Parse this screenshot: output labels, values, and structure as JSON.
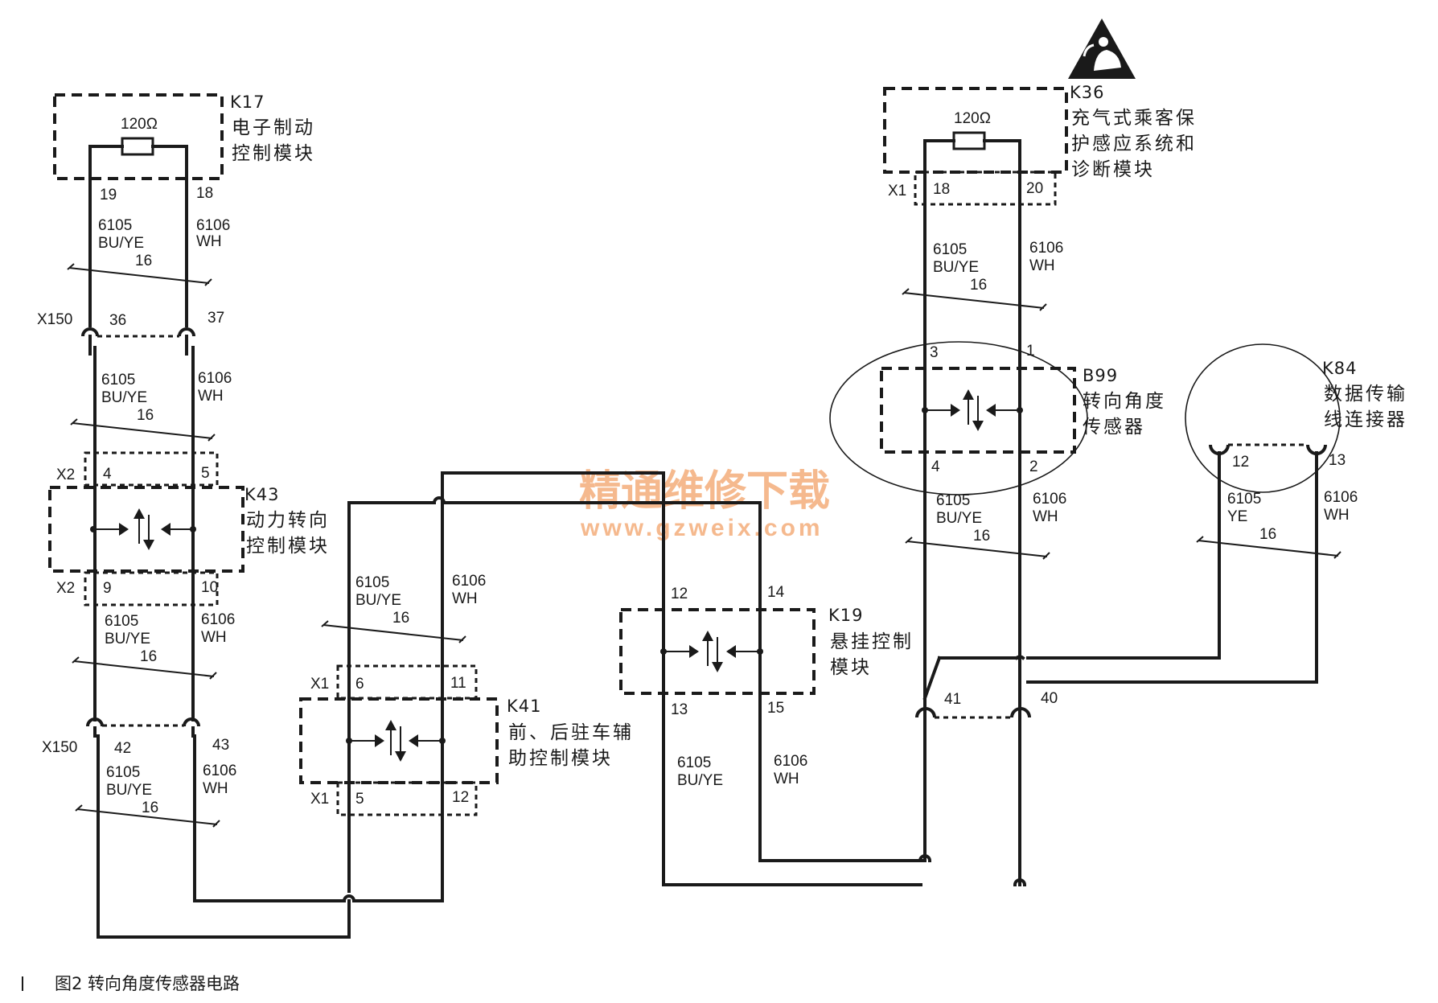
{
  "modules": {
    "k17": {
      "ref": "K17",
      "name1": "电子制动",
      "name2": "控制模块",
      "resistor": "120Ω"
    },
    "k36": {
      "ref": "K36",
      "name1": "充气式乘客保",
      "name2": "护感应系统和",
      "name3": "诊断模块",
      "resistor": "120Ω",
      "connector": "X1"
    },
    "k43": {
      "ref": "K43",
      "name1": "动力转向",
      "name2": "控制模块",
      "conn_top": "X2",
      "conn_bottom": "X2"
    },
    "k41": {
      "ref": "K41",
      "name1": "前、后驻车辅",
      "name2": "助控制模块",
      "conn_top": "X1",
      "conn_bottom": "X1"
    },
    "k19": {
      "ref": "K19",
      "name1": "悬挂控制",
      "name2": "模块"
    },
    "b99": {
      "ref": "B99",
      "name1": "转向角度",
      "name2": "传感器"
    },
    "k84": {
      "ref": "K84",
      "name1": "数据传输",
      "name2": "线连接器"
    }
  },
  "connectors": {
    "x150": "X150"
  },
  "pins": {
    "k17_l": "19",
    "k17_r": "18",
    "x150a_l": "36",
    "x150a_r": "37",
    "k43_tl": "4",
    "k43_tr": "5",
    "k43_bl": "9",
    "k43_br": "10",
    "x150b_l": "42",
    "x150b_r": "43",
    "k41_tl": "6",
    "k41_tr": "11",
    "k41_bl": "5",
    "k41_br": "12",
    "k19_tl": "12",
    "k19_tr": "14",
    "k19_bl": "13",
    "k19_br": "15",
    "k36_l": "18",
    "k36_r": "20",
    "b99_tl": "3",
    "b99_tr": "1",
    "b99_bl": "4",
    "b99_br": "2",
    "k84_l": "12",
    "k84_r": "13",
    "splice_l": "41",
    "splice_r": "40"
  },
  "wire_labels": {
    "circuit_a": "6105",
    "circuit_b": "6106",
    "color_a": "BU/YE",
    "color_a_alt": "YE",
    "color_b": "WH",
    "gauge": "16"
  },
  "icons": {
    "airbag": "airbag-warning-icon"
  },
  "watermark": {
    "cn": "精通维修下载",
    "url": "www.gzweix.com"
  },
  "caption": "图2 转向角度传感器电路",
  "colors": {
    "line": "#1a1a1a",
    "watermark": "#f3a66f"
  }
}
